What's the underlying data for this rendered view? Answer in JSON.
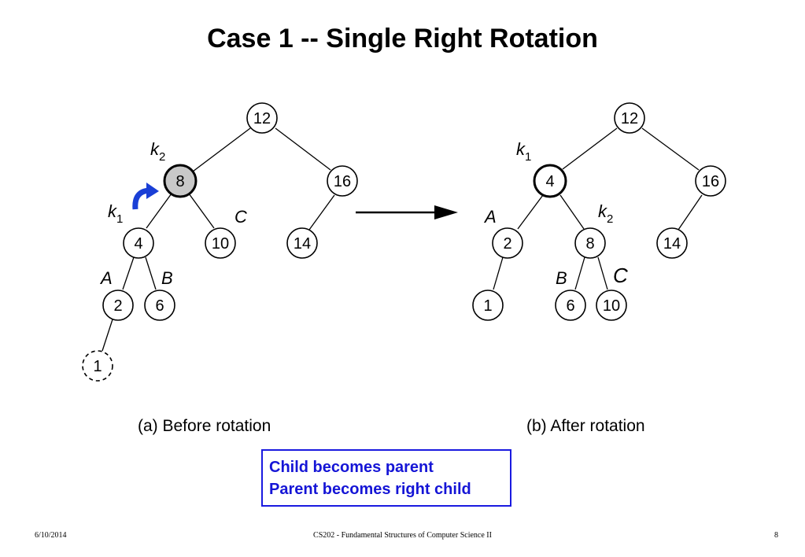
{
  "title": "Case 1 -- Single Right Rotation",
  "before": {
    "caption": "(a) Before rotation",
    "nodes": {
      "n12": "12",
      "n8": "8",
      "n16": "16",
      "n4": "4",
      "n10": "10",
      "n14": "14",
      "n2": "2",
      "n6": "6",
      "n1": "1"
    },
    "labels": {
      "k2": "k",
      "k2_sub": "2",
      "k1": "k",
      "k1_sub": "1",
      "A": "A",
      "B": "B",
      "C": "C"
    }
  },
  "after": {
    "caption": "(b) After rotation",
    "nodes": {
      "n12": "12",
      "n4": "4",
      "n16": "16",
      "n2": "2",
      "n8": "8",
      "n14": "14",
      "n1": "1",
      "n6": "6",
      "n10": "10"
    },
    "labels": {
      "k1": "k",
      "k1_sub": "1",
      "k2": "k",
      "k2_sub": "2",
      "A": "A",
      "B": "B",
      "C": "C"
    }
  },
  "note": {
    "line1": "Child becomes parent",
    "line2": "Parent becomes right child"
  },
  "footer": {
    "date": "6/10/2014",
    "course": "CS202 - Fundamental Structures of Computer Science II",
    "page": "8"
  },
  "colors": {
    "highlight_node": "#c8c8c8",
    "rotation_arrow": "#1a3fd6",
    "note_text": "#1515d6"
  }
}
